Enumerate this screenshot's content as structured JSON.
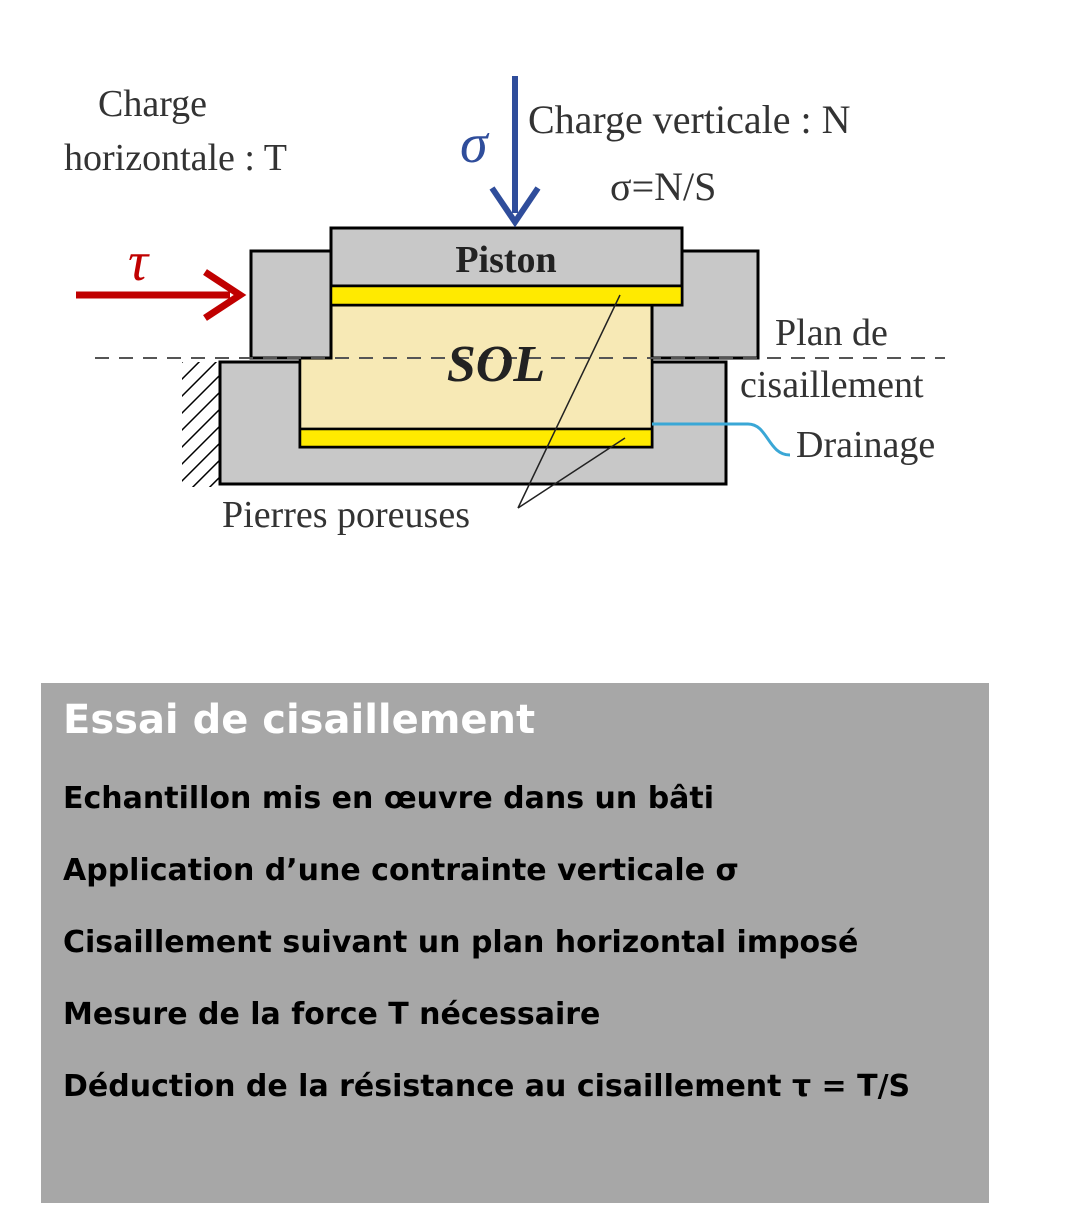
{
  "diagram": {
    "labels": {
      "horizontal_load_line1": "Charge",
      "horizontal_load_line2": "horizontale : T",
      "tau_symbol": "τ",
      "sigma_symbol": "σ",
      "vertical_load": "Charge verticale : N",
      "sigma_formula": "σ=N/S",
      "piston": "Piston",
      "soil": "SOL",
      "shear_plane_line1": "Plan de",
      "shear_plane_line2": "cisaillement",
      "drainage": "Drainage",
      "porous_stones": "Pierres poreuses"
    },
    "colors": {
      "tau_arrow": "#c00000",
      "sigma_arrow": "#2f4d9b",
      "frame": "#c8c8c8",
      "soil": "#f7e9b5",
      "porous_stone": "#ffea00",
      "drain": "#3aa7d6"
    }
  },
  "panel": {
    "title": "Essai de cisaillement",
    "items": [
      "Echantillon mis en œuvre dans un bâti",
      "Application d’une contrainte verticale σ",
      "Cisaillement suivant un plan horizontal imposé",
      "Mesure de la force T nécessaire",
      "Déduction de la résistance au cisaillement τ = T/S"
    ],
    "background": "#a7a7a7"
  }
}
